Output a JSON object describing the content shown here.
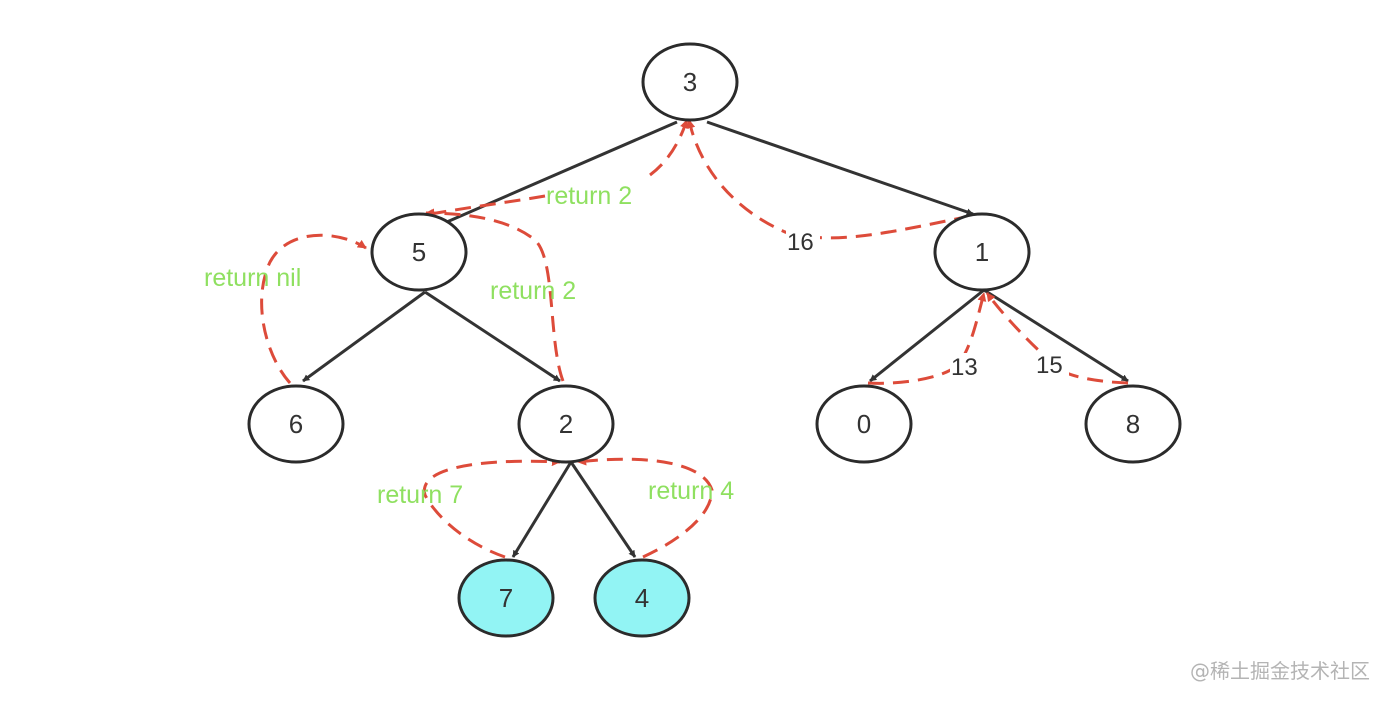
{
  "diagram": {
    "nodes": [
      {
        "id": "n3",
        "label": "3",
        "highlighted": false
      },
      {
        "id": "n5",
        "label": "5",
        "highlighted": false
      },
      {
        "id": "n1",
        "label": "1",
        "highlighted": false
      },
      {
        "id": "n6",
        "label": "6",
        "highlighted": false
      },
      {
        "id": "n2",
        "label": "2",
        "highlighted": false
      },
      {
        "id": "n0",
        "label": "0",
        "highlighted": false
      },
      {
        "id": "n8",
        "label": "8",
        "highlighted": false
      },
      {
        "id": "n7",
        "label": "7",
        "highlighted": true
      },
      {
        "id": "n4",
        "label": "4",
        "highlighted": true
      }
    ],
    "edges": [
      {
        "from": "3",
        "to": "5"
      },
      {
        "from": "3",
        "to": "1"
      },
      {
        "from": "5",
        "to": "6"
      },
      {
        "from": "5",
        "to": "2"
      },
      {
        "from": "1",
        "to": "0"
      },
      {
        "from": "1",
        "to": "8"
      },
      {
        "from": "2",
        "to": "7"
      },
      {
        "from": "2",
        "to": "4"
      }
    ],
    "return_labels": {
      "r5_to_3": "return 2",
      "r6_to_5": "return nil",
      "r2_to_5": "return 2",
      "r7_to_2": "return 7",
      "r4_to_2": "return 4",
      "r1_to_3": "16",
      "r0_to_1": "13",
      "r8_to_1": "15"
    },
    "colors": {
      "node_stroke": "#2b2b2b",
      "highlight_fill": "#92f4f4",
      "return_arrow": "#dd4b3a",
      "return_text": "#8fe060"
    }
  },
  "watermark": "@稀土掘金技术社区"
}
